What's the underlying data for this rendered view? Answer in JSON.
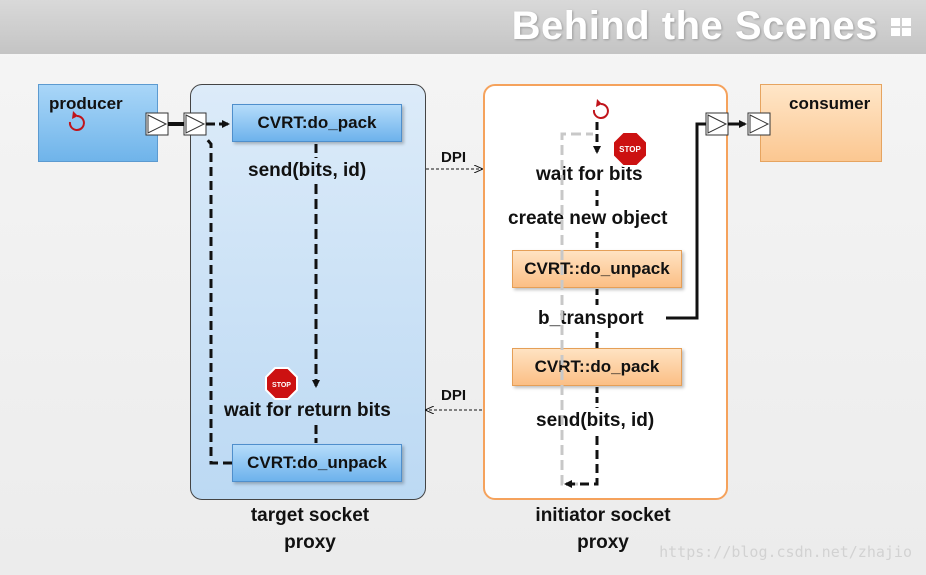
{
  "title": "Behind the Scenes",
  "producer": {
    "label": "producer"
  },
  "consumer": {
    "label": "consumer"
  },
  "target_proxy": {
    "caption_line1": "target socket",
    "caption_line2": "proxy",
    "do_pack": "CVRT:do_pack",
    "send": "send(bits, id)",
    "wait_return": "wait for return bits",
    "do_unpack": "CVRT:do_unpack"
  },
  "initiator_proxy": {
    "caption_line1": "initiator socket",
    "caption_line2": "proxy",
    "wait_bits": "wait for bits",
    "create_object": "create new object",
    "do_unpack": "CVRT::do_unpack",
    "b_transport": "b_transport",
    "do_pack": "CVRT::do_pack",
    "send": "send(bits, id)"
  },
  "dpi_forward": "DPI",
  "dpi_back": "DPI",
  "stop_sign_text": "STOP",
  "watermark": "https://blog.csdn.net/zhajio",
  "icons": [
    "loop-arrow-icon",
    "stop-sign-icon",
    "socket-port-icon"
  ],
  "colors": {
    "blue_block": "#6fb4ea",
    "orange_block": "#fbc791",
    "orange_border": "#f5a25c",
    "stop_red": "#cc1111"
  }
}
